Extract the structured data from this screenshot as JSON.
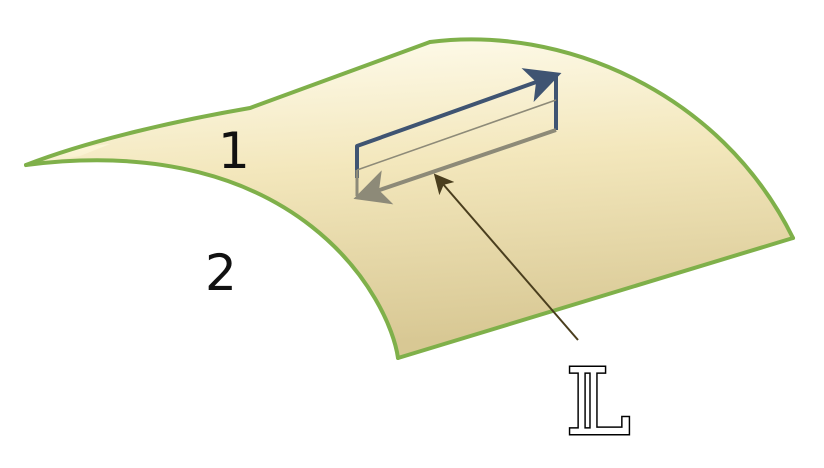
{
  "diagram": {
    "region_upper_label": "1",
    "region_lower_label": "2",
    "loop_label": "𝕃",
    "colors": {
      "surface_edge": "#7fb04a",
      "surface_top_fill": "#fffdf0",
      "surface_fill": "#f3e7bc",
      "surface_bottom_fill": "#d8c894",
      "loop_upper": "#3f5472",
      "loop_lower": "#8d8a78",
      "pointer_line": "#4a3e1e"
    }
  }
}
